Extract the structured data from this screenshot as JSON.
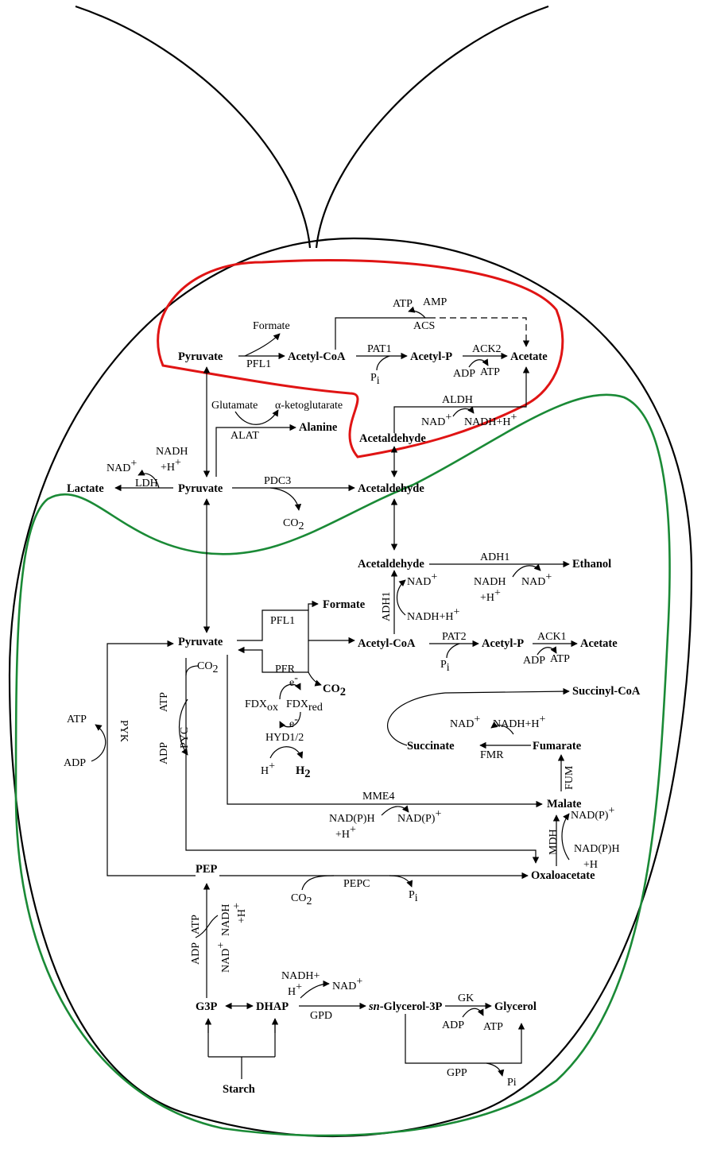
{
  "colors": {
    "outline": "#000000",
    "region_red": "#e01414",
    "region_green": "#1a8a36"
  },
  "metabolites": {
    "pyruvate": "Pyruvate",
    "acetyl_coa": "Acetyl-CoA",
    "acetyl_p": "Acetyl-P",
    "acetate": "Acetate",
    "acetaldehyde": "Acetaldehyde",
    "alanine": "Alanine",
    "lactate": "Lactate",
    "ethanol": "Ethanol",
    "formate": "Formate",
    "co2": "CO",
    "h2": "H",
    "succinyl_coa": "Succinyl-CoA",
    "succinate": "Succinate",
    "fumarate": "Fumarate",
    "malate": "Malate",
    "pep": "PEP",
    "oxaloacetate": "Oxaloacetate",
    "g3p": "G3P",
    "dhap": "DHAP",
    "sn_italic": "sn",
    "glycerol3p_rest": "-Glycerol-3P",
    "glycerol": "Glycerol",
    "starch": "Starch"
  },
  "enzymes": {
    "pfl1": "PFL1",
    "pat1": "PAT1",
    "pat2": "PAT2",
    "ack1": "ACK1",
    "ack2": "ACK2",
    "acs": "ACS",
    "aldh": "ALDH",
    "alat": "ALAT",
    "ldh": "LDH",
    "pdc3": "PDC3",
    "adh1": "ADH1",
    "pfr": "PFR",
    "hyd": "HYD1/2",
    "pyk": "PYK",
    "pyc": "PYC",
    "mme4": "MME4",
    "fum": "FUM",
    "fmr": "FMR",
    "mdh": "MDH",
    "pepc": "PEPC",
    "gpd": "GPD",
    "gk": "GK",
    "gpp": "GPP"
  },
  "cofactors": {
    "formate": "Formate",
    "atp": "ATP",
    "amp": "AMP",
    "adp": "ADP",
    "pi": "P",
    "pi_sub": "i",
    "pi_plain": "Pi",
    "glutamate": "Glutamate",
    "akg": "α-ketoglutarate",
    "nad": "NAD",
    "nadh": "NADH",
    "nadh_h": "NADH+H",
    "h_plus": "+H",
    "h": "H",
    "plus": "+",
    "minus": "-",
    "nadph": "NAD(P)H",
    "nadp": "NAD(P)",
    "nadph_h": "+H",
    "co2": "CO",
    "two": "2",
    "fdx": "FDX",
    "ox": "ox",
    "red": "red",
    "e": "e",
    "nadh_plus": "NADH+"
  }
}
